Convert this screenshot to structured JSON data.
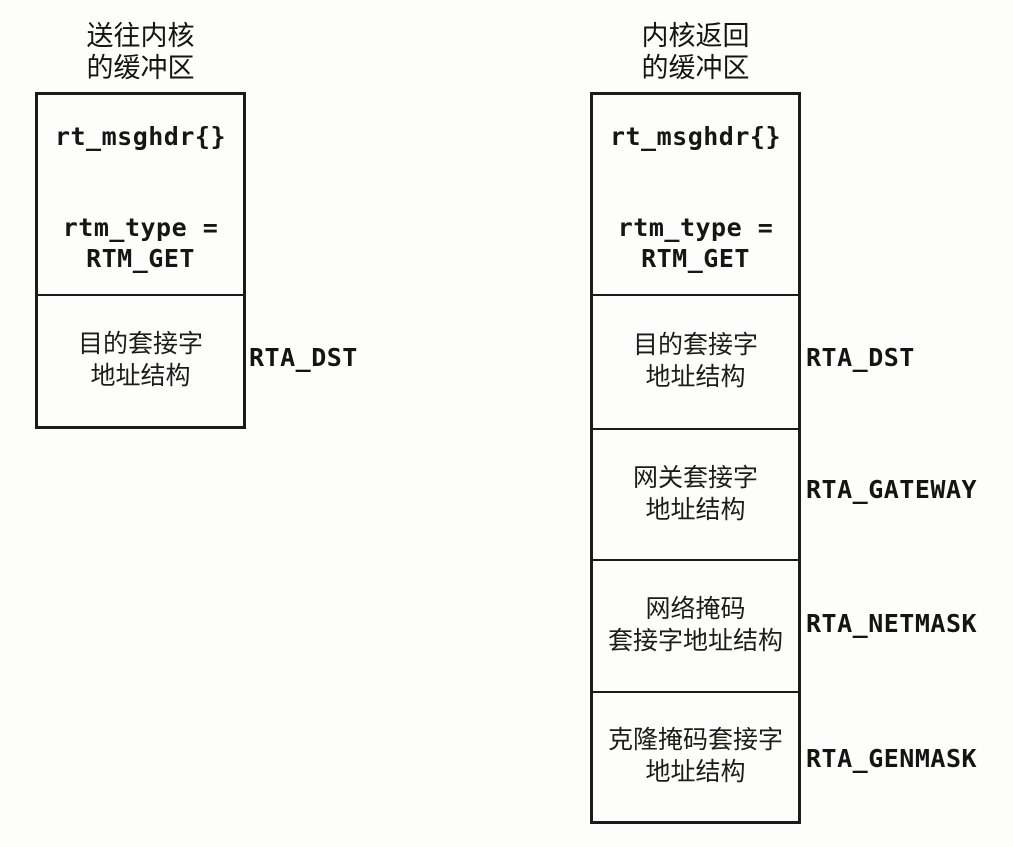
{
  "figure": {
    "description_colors": {
      "ink": "#1b1b1b",
      "paper": "#fdfdfc"
    },
    "left_buffer": {
      "title_line1": "送往内核",
      "title_line2": "的缓冲区",
      "header_section": {
        "struct_name": "rt_msghdr{}",
        "field_line1": "rtm_type =",
        "field_line2": "RTM_GET"
      },
      "sections": [
        {
          "line1": "目的套接字",
          "line2": "地址结构",
          "label": "RTA_DST"
        }
      ]
    },
    "right_buffer": {
      "title_line1": "内核返回",
      "title_line2": "的缓冲区",
      "header_section": {
        "struct_name": "rt_msghdr{}",
        "field_line1": "rtm_type =",
        "field_line2": "RTM_GET"
      },
      "sections": [
        {
          "line1": "目的套接字",
          "line2": "地址结构",
          "label": "RTA_DST"
        },
        {
          "line1": "网关套接字",
          "line2": "地址结构",
          "label": "RTA_GATEWAY"
        },
        {
          "line1": "网络掩码",
          "line2": "套接字地址结构",
          "label": "RTA_NETMASK"
        },
        {
          "line1": "克隆掩码套接字",
          "line2": "地址结构",
          "label": "RTA_GENMASK"
        }
      ]
    }
  }
}
